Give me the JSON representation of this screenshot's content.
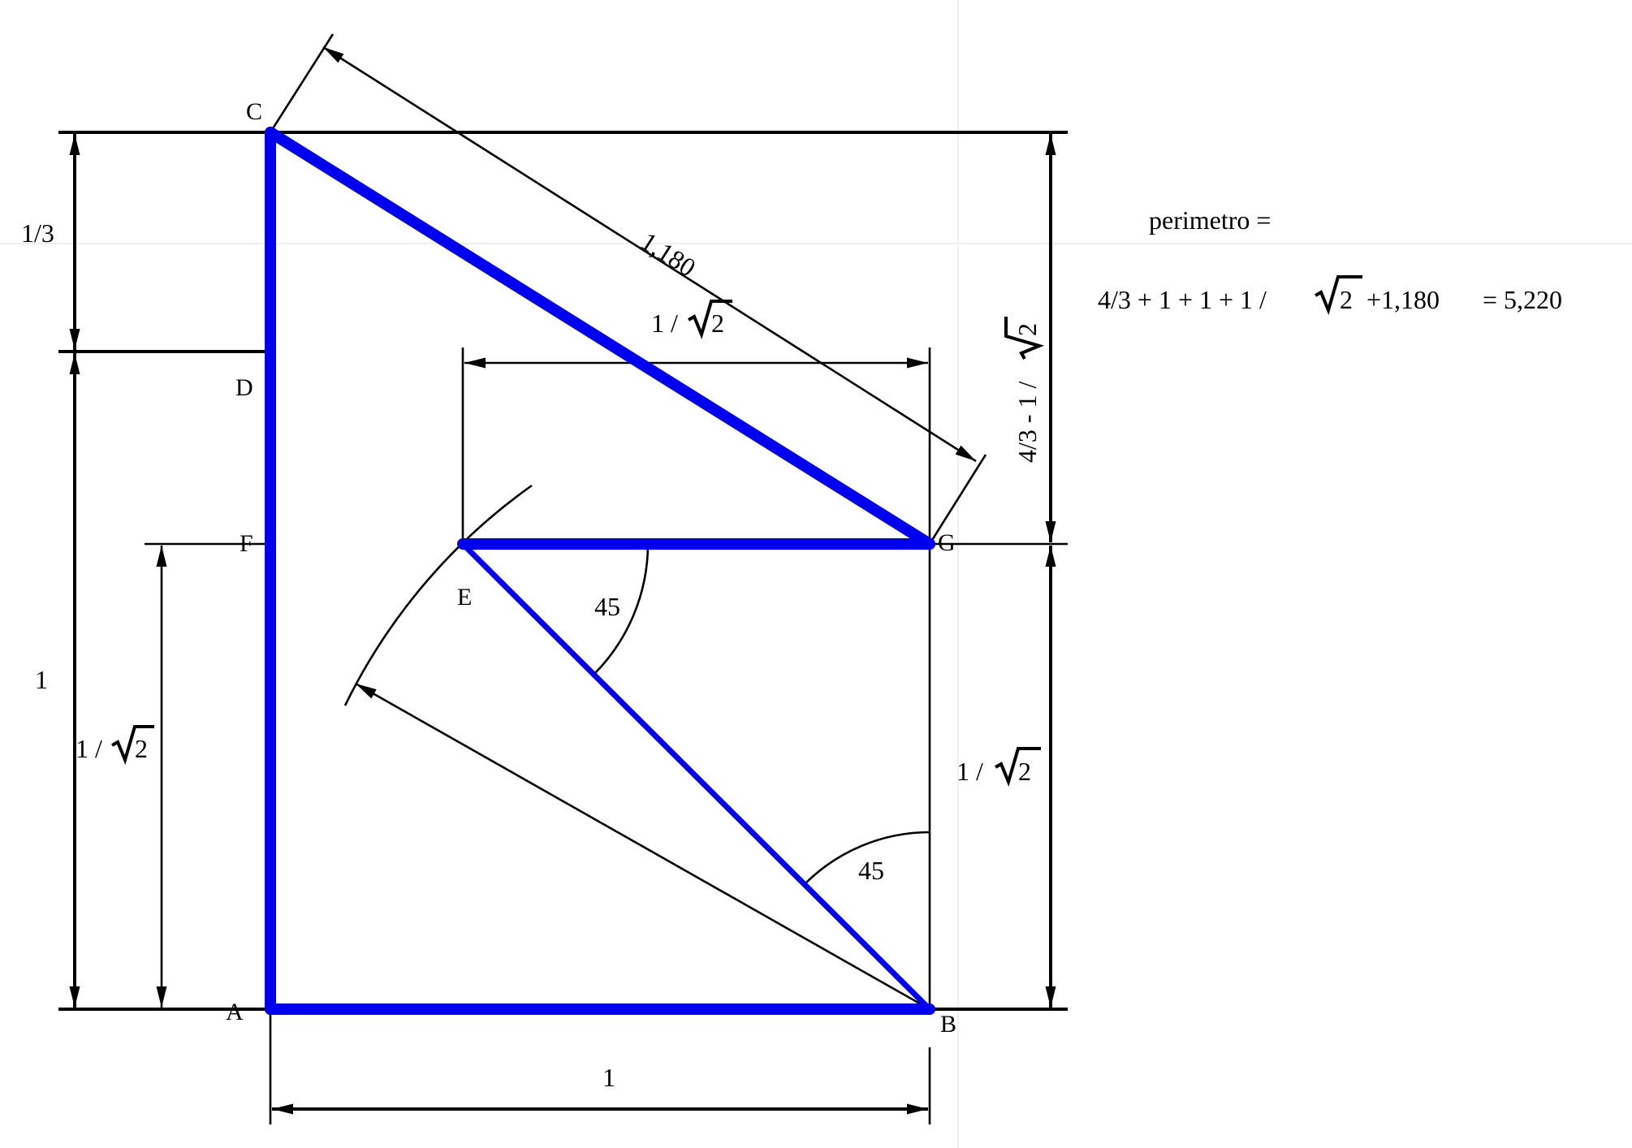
{
  "points": {
    "A": "A",
    "B": "B",
    "C": "C",
    "D": "D",
    "E": "E",
    "F": "F",
    "G": "G"
  },
  "dimensions": {
    "cd": "1/3",
    "da": "1",
    "fa_prefix": "1 /",
    "fa_radicand": "2",
    "ab": "1",
    "eg_prefix": "1 /",
    "eg_radicand": "2",
    "cg": "1,180",
    "gb_prefix": "1 /",
    "gb_radicand": "2",
    "right_prefix": "4/3 - 1 /",
    "right_radicand": "2"
  },
  "angles": {
    "at_e": "45",
    "at_b": "45"
  },
  "formula": {
    "title": "perimetro =",
    "part1": "4/3 + 1 + 1 + 1 /",
    "radicand": "2",
    "part2": "+1,180",
    "result": "= 5,220"
  },
  "colors": {
    "shape": "#0000ee",
    "lines": "#000000"
  }
}
